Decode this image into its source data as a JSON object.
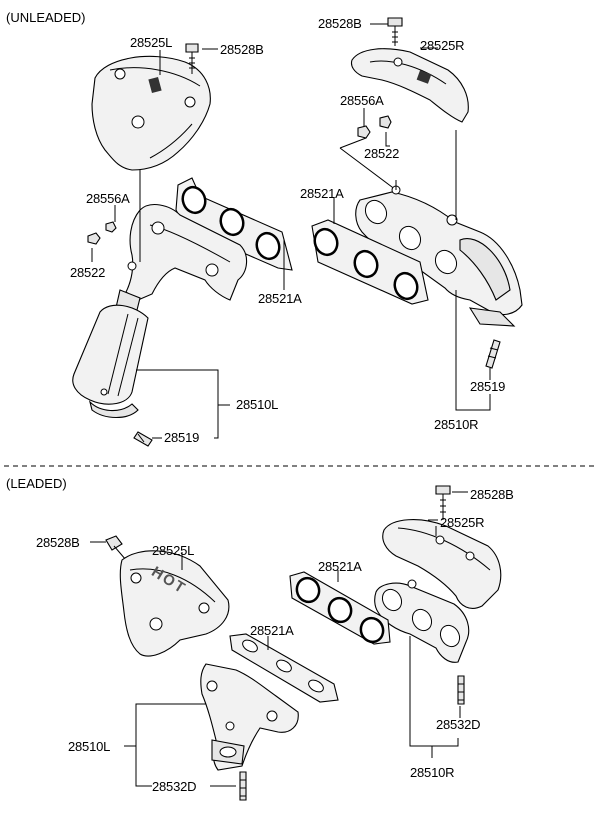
{
  "sections": {
    "unleaded": "(UNLEADED)",
    "leaded": "(LEADED)"
  },
  "labels": {
    "u_28525L": "28525L",
    "u_28528B_left": "28528B",
    "u_28556A_left": "28556A",
    "u_28522_left": "28522",
    "u_28521A_left": "28521A",
    "u_28510L": "28510L",
    "u_28519_left": "28519",
    "u_28528B_right": "28528B",
    "u_28525R": "28525R",
    "u_28556A_right": "28556A",
    "u_28522_right": "28522",
    "u_28521A_right": "28521A",
    "u_28519_right": "28519",
    "u_28510R": "28510R",
    "l_28528B_right": "28528B",
    "l_28525R": "28525R",
    "l_28528B_left": "28528B",
    "l_28525L": "28525L",
    "l_28521A_upper": "28521A",
    "l_28521A_lower": "28521A",
    "l_28510L": "28510L",
    "l_28532D_left": "28532D",
    "l_28532D_right": "28532D",
    "l_28510R": "28510R"
  },
  "stamped_text": {
    "heat_shield": "HOT"
  }
}
